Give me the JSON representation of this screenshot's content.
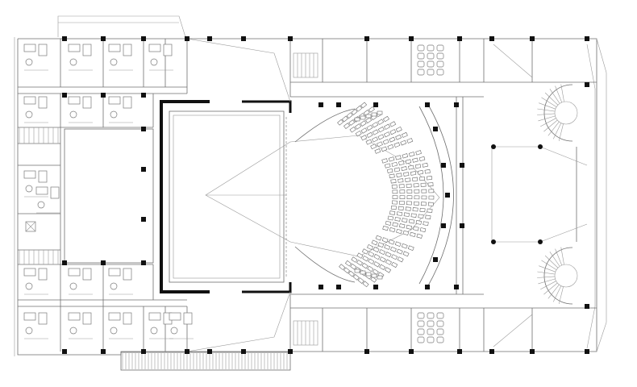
{
  "drawing": {
    "type": "architectural floor plan",
    "regions": [
      "dressing-rooms-top-left",
      "dressing-rooms-bottom-left",
      "rehearsal-room",
      "stage",
      "auditorium",
      "lobby",
      "service-rooms-top",
      "service-rooms-bottom"
    ],
    "accent": "#111111",
    "line_color": "#6f6f6f"
  }
}
